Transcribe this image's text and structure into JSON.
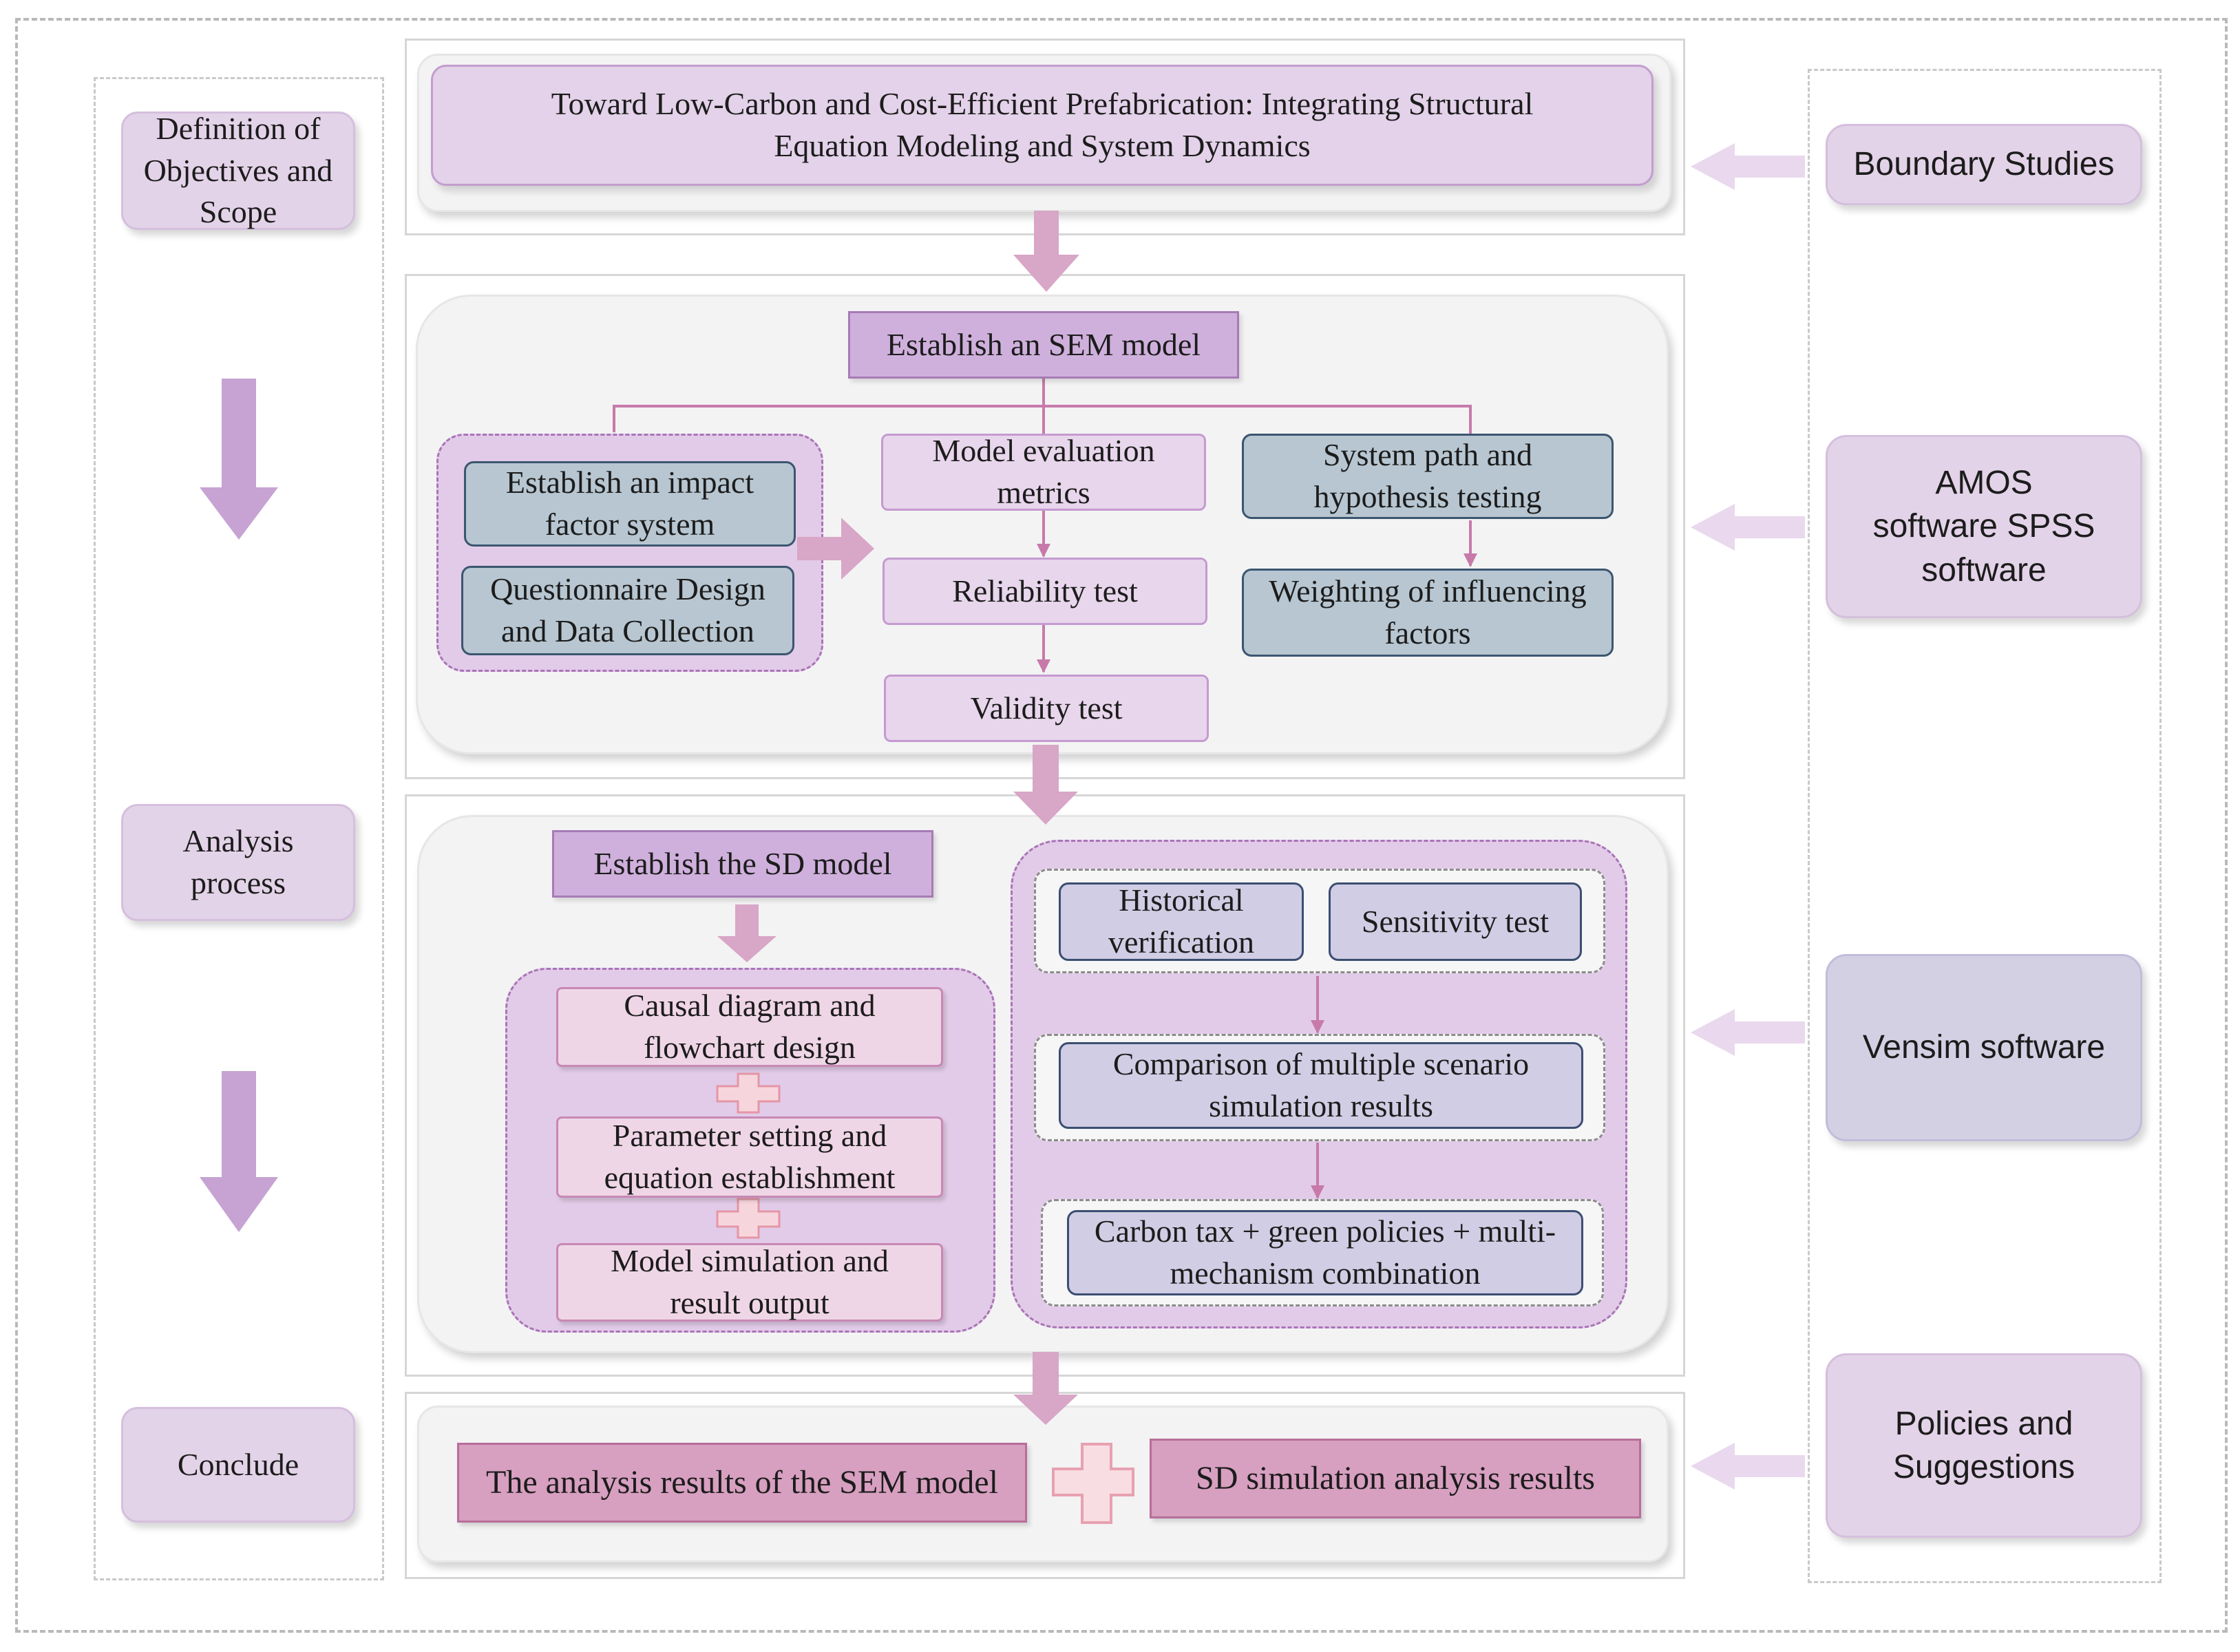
{
  "left": {
    "objectives": "Definition of Objectives and Scope",
    "analysis": "Analysis process",
    "conclude": "Conclude"
  },
  "right": {
    "boundary": "Boundary Studies",
    "amos": "AMOS software SPSS software",
    "vensim": "Vensim software",
    "policies": "Policies and Suggestions"
  },
  "title": "Toward Low-Carbon and Cost-Efficient Prefabrication: Integrating Structural Equation Modeling and System Dynamics",
  "sem": {
    "header": "Establish an SEM model",
    "impact": "Establish an impact factor system",
    "questionnaire": "Questionnaire Design and Data Collection",
    "metrics": "Model evaluation metrics",
    "reliability": "Reliability test",
    "validity": "Validity test",
    "path": "System path and hypothesis testing",
    "weighting": "Weighting of influencing factors"
  },
  "sd": {
    "header": "Establish the SD model",
    "causal": "Causal diagram and flowchart design",
    "parameter": "Parameter setting and equation establishment",
    "simulation": "Model simulation and result output",
    "historical": "Historical verification",
    "sensitivity": "Sensitivity test",
    "comparison": "Comparison of multiple scenario simulation results",
    "carbon": "Carbon tax + green policies + multi-mechanism combination"
  },
  "conclusion": {
    "sem_results": "The analysis results of the SEM model",
    "sd_results": "SD simulation analysis results"
  },
  "colors": {
    "arrow_pink": "#d8a6c6",
    "arrow_lilac": "#c6a3d3",
    "arrow_pale": "#e9d8ee",
    "connector": "#c77aaa"
  }
}
